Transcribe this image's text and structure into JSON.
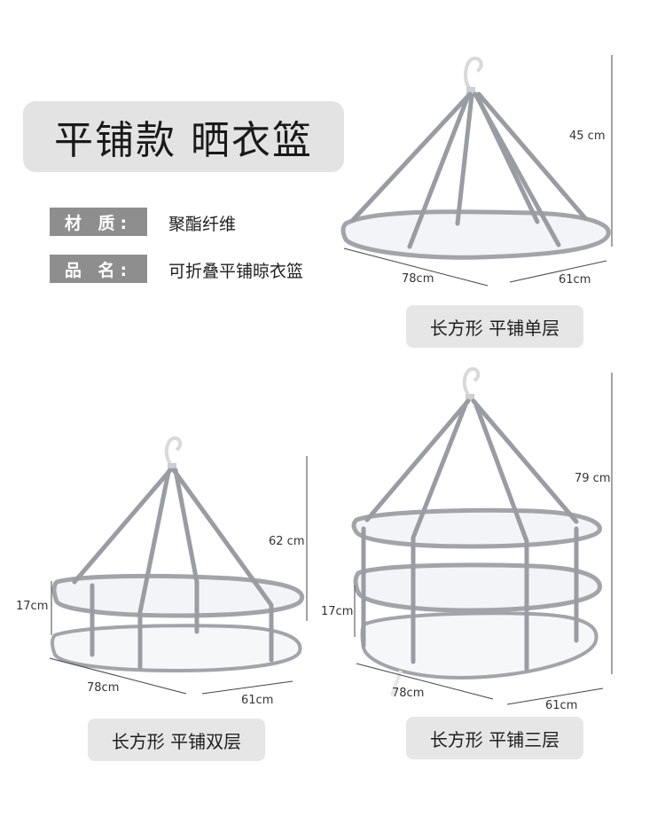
{
  "title": "平铺款  晒衣篮",
  "specs": {
    "material_label": "材 质:",
    "material_value": "聚酯纤维",
    "name_label": "品 名:",
    "name_value": "可折叠平铺晾衣篮"
  },
  "products": {
    "single": {
      "caption": "长方形  平铺单层",
      "height": "45 cm",
      "length": "78cm",
      "width": "61cm"
    },
    "double": {
      "caption": "长方形  平铺双层",
      "height": "62 cm",
      "layer": "17cm",
      "length": "78cm",
      "width": "61cm"
    },
    "triple": {
      "caption": "长方形  平铺三层",
      "height": "79 cm",
      "layer": "17cm",
      "length": "78cm",
      "width": "61cm"
    }
  },
  "colors": {
    "strap": "#9a9ca3",
    "mesh": "#f3f4f7",
    "caption_bg": "#e6e6e6",
    "label_bg": "#8e8e8e"
  }
}
